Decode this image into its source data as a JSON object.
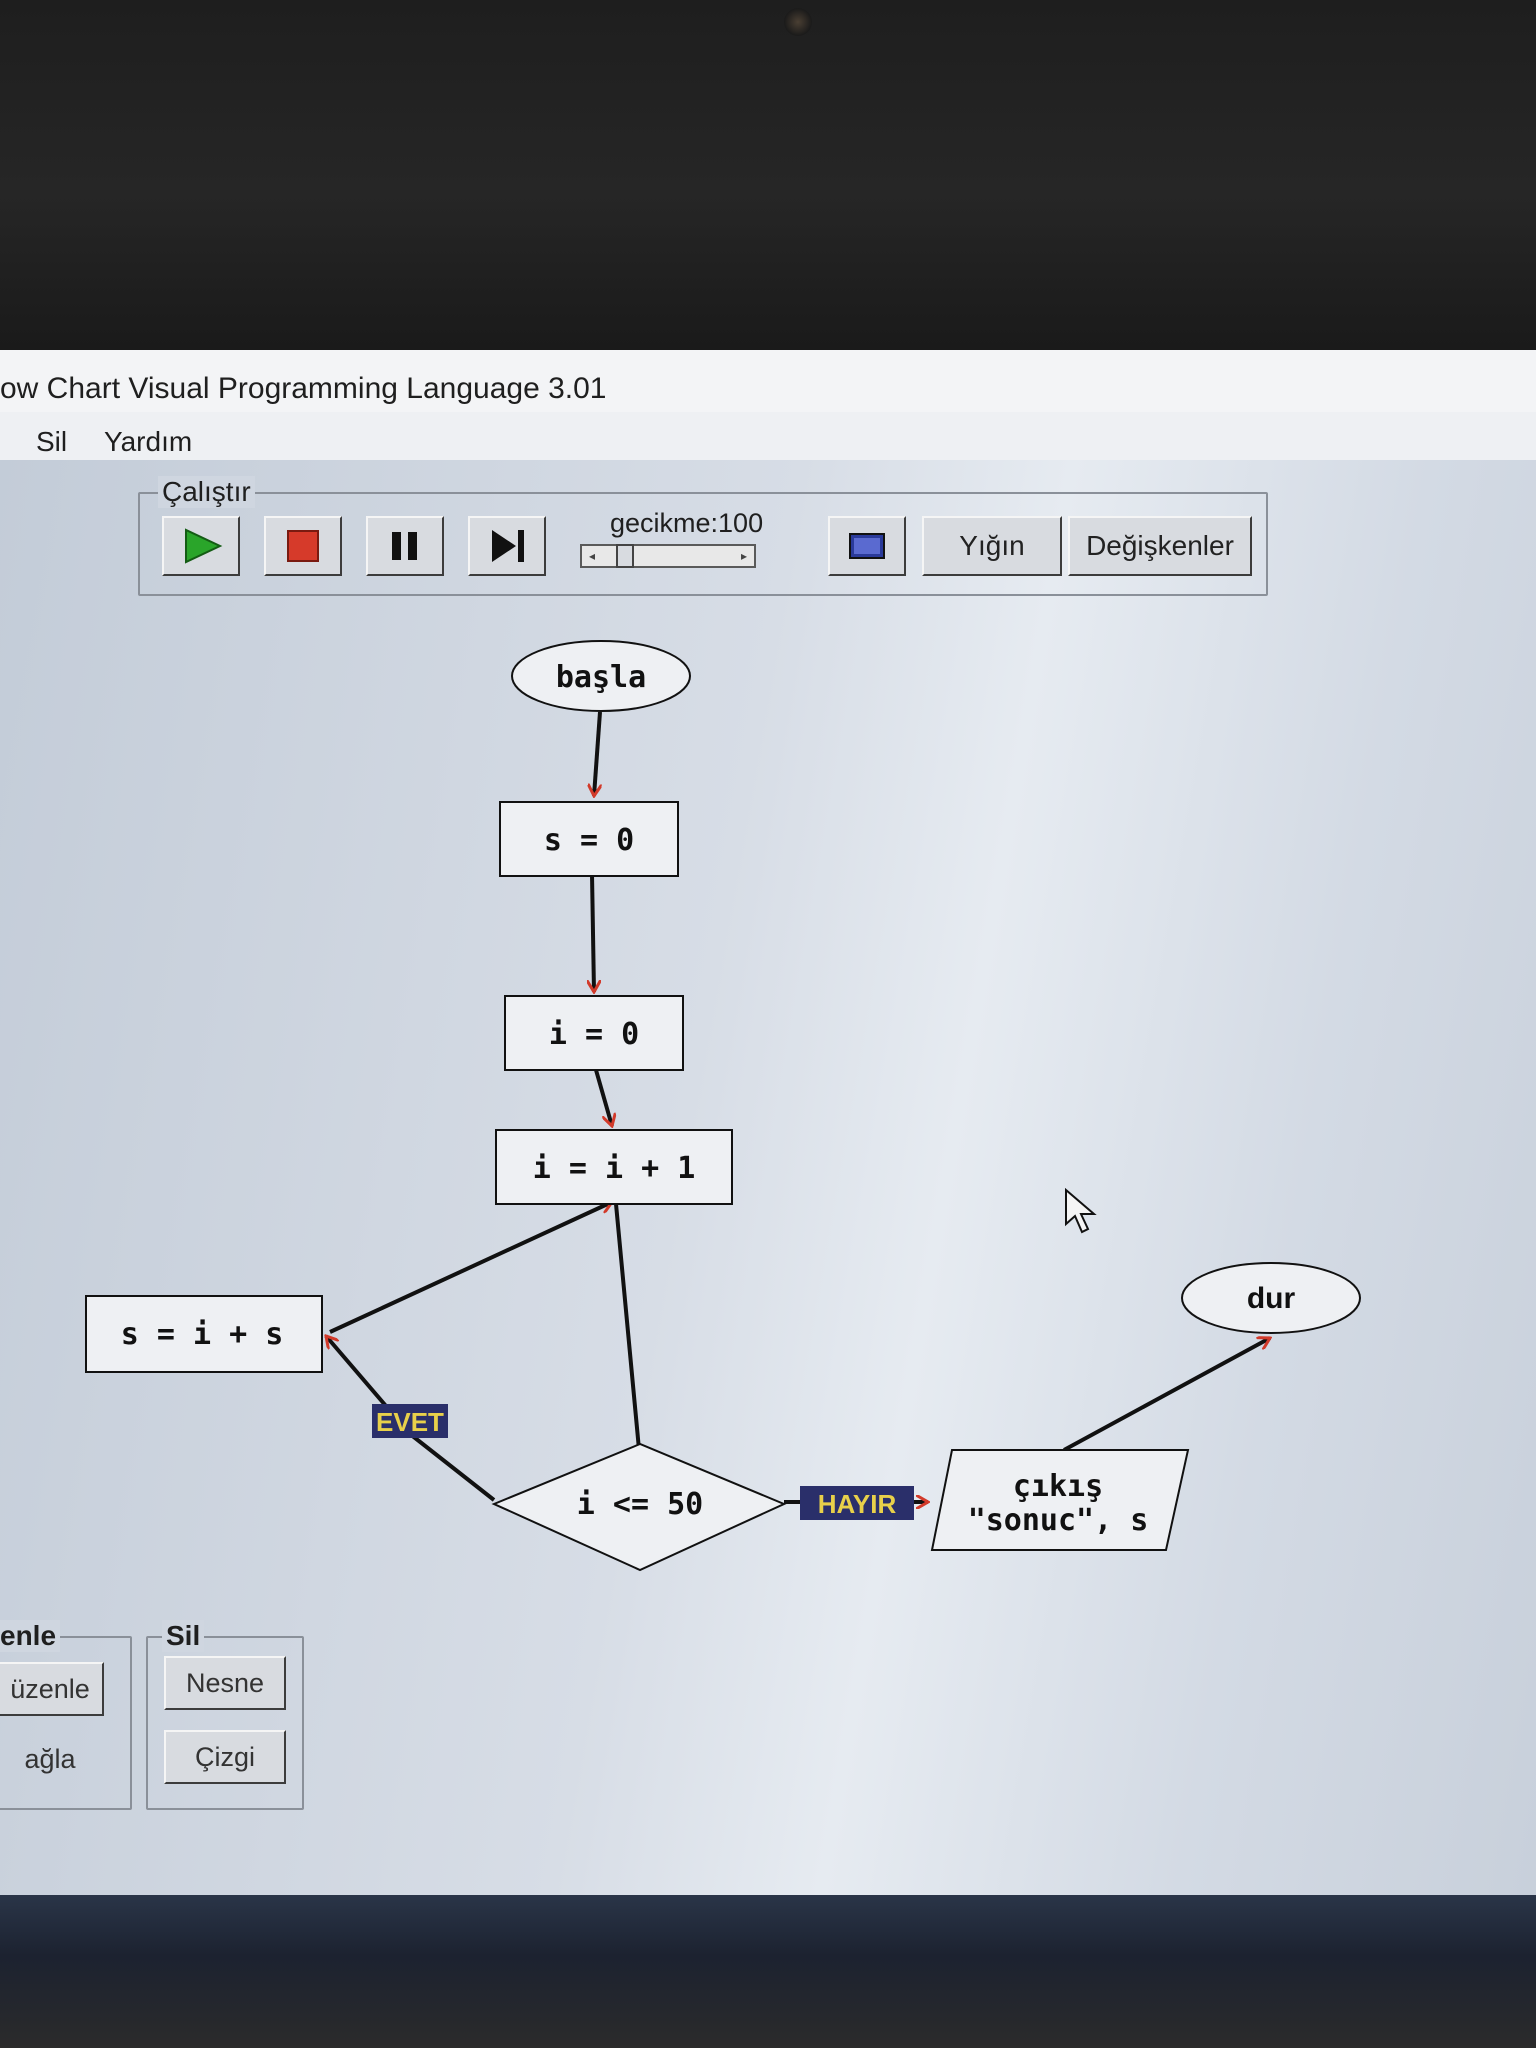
{
  "window": {
    "title": "ow Chart Visual Programming Language 3.01"
  },
  "menu": [
    "Sil",
    "Yardım"
  ],
  "toolbar": {
    "group_label": "Çalıştır",
    "play_icon": "play-icon",
    "stop_icon": "stop-icon",
    "pause_icon": "pause-icon",
    "step_icon": "step-icon",
    "delay_label": "gecikme:100",
    "stack_button": "Yığın",
    "variables_button": "Değişkenler"
  },
  "flowchart": {
    "start": "başla",
    "assign_s": "s = 0",
    "assign_i": "i = 0",
    "increment": "i = i + 1",
    "sum": "s = i + s",
    "condition": "i <= 50",
    "yes_label": "EVET",
    "no_label": "HAYIR",
    "output_line1": "çıkış",
    "output_line2": "\"sonuc\", s",
    "end": "dur"
  },
  "bottom_panel": {
    "edit_group_label": "enle",
    "edit_button": "üzenle",
    "connect_button": "ağla",
    "delete_group_label": "Sil",
    "object_button": "Nesne",
    "line_button": "Çizgi"
  },
  "colors": {
    "arrow_head": "#d23a2a",
    "badge_bg": "#2a2f6a",
    "badge_text": "#e8d04a",
    "play": "#2aa52a",
    "stop": "#d63a2a"
  }
}
